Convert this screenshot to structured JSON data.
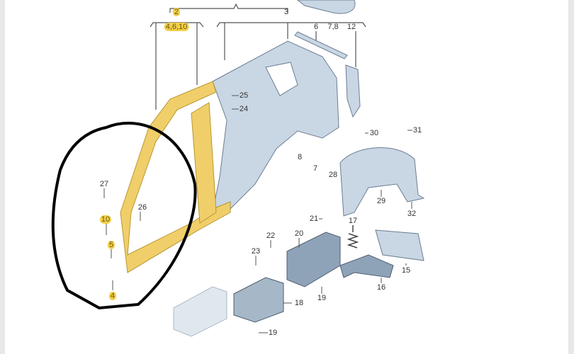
{
  "title": "Body side panel parts diagram",
  "colors": {
    "highlight": "#f2d048",
    "part_yellow": "#f0cf6a",
    "part_blue": "#c9d6e4",
    "outline": "#6b7d91",
    "marker": "#000000"
  },
  "labels": {
    "l2": "2",
    "l3": "3",
    "l4610": "4,6,10",
    "l6": "6",
    "l78": "7,8",
    "l12": "12",
    "l25": "25",
    "l24": "24",
    "l30": "30",
    "l31": "31",
    "l8": "8",
    "l7": "7",
    "l28": "28",
    "l27": "27",
    "l26": "26",
    "l29": "29",
    "l32": "32",
    "l10": "10",
    "l21": "21",
    "l17": "17",
    "l22": "22",
    "l20": "20",
    "l5": "5",
    "l23": "23",
    "l15": "15",
    "l16": "16",
    "l19a": "19",
    "l4": "4",
    "l18": "18",
    "l19b": "19"
  }
}
